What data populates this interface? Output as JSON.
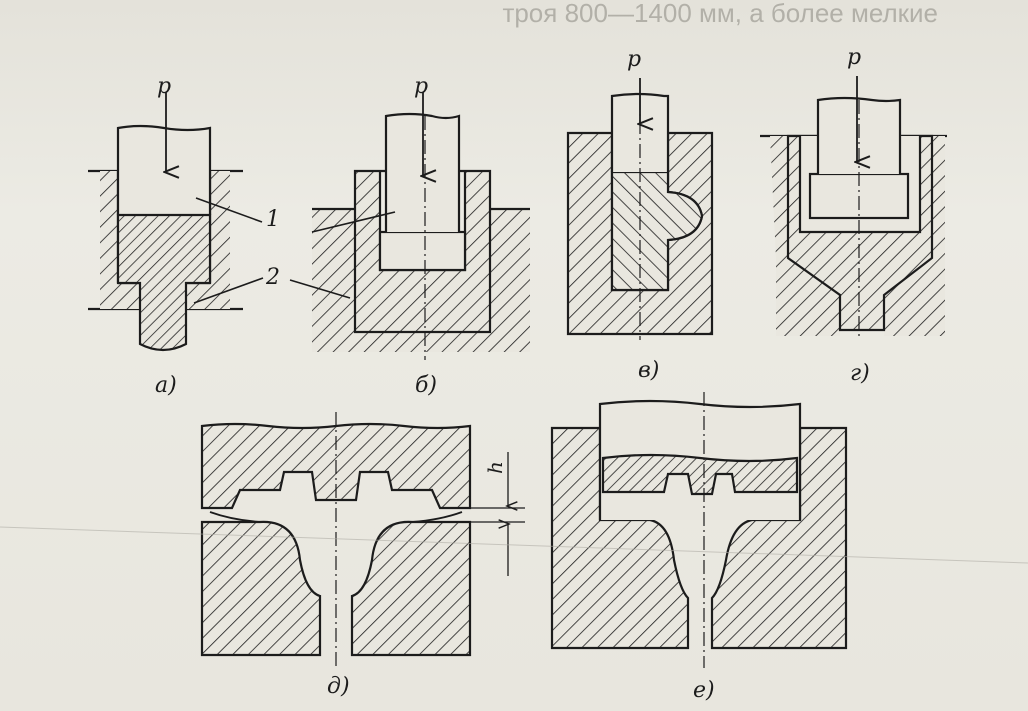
{
  "header_text": "троя 800—1400 мм, а более мелкие",
  "force_label": "p",
  "part_numbers": [
    "1",
    "2"
  ],
  "dimension_label": "h",
  "figure_labels": {
    "a": "а)",
    "b": "б)",
    "v": "в)",
    "g": "г)",
    "d": "д)",
    "e": "е)"
  },
  "colors": {
    "ink": "#1c1c1c",
    "paper": "#e9e7df"
  }
}
